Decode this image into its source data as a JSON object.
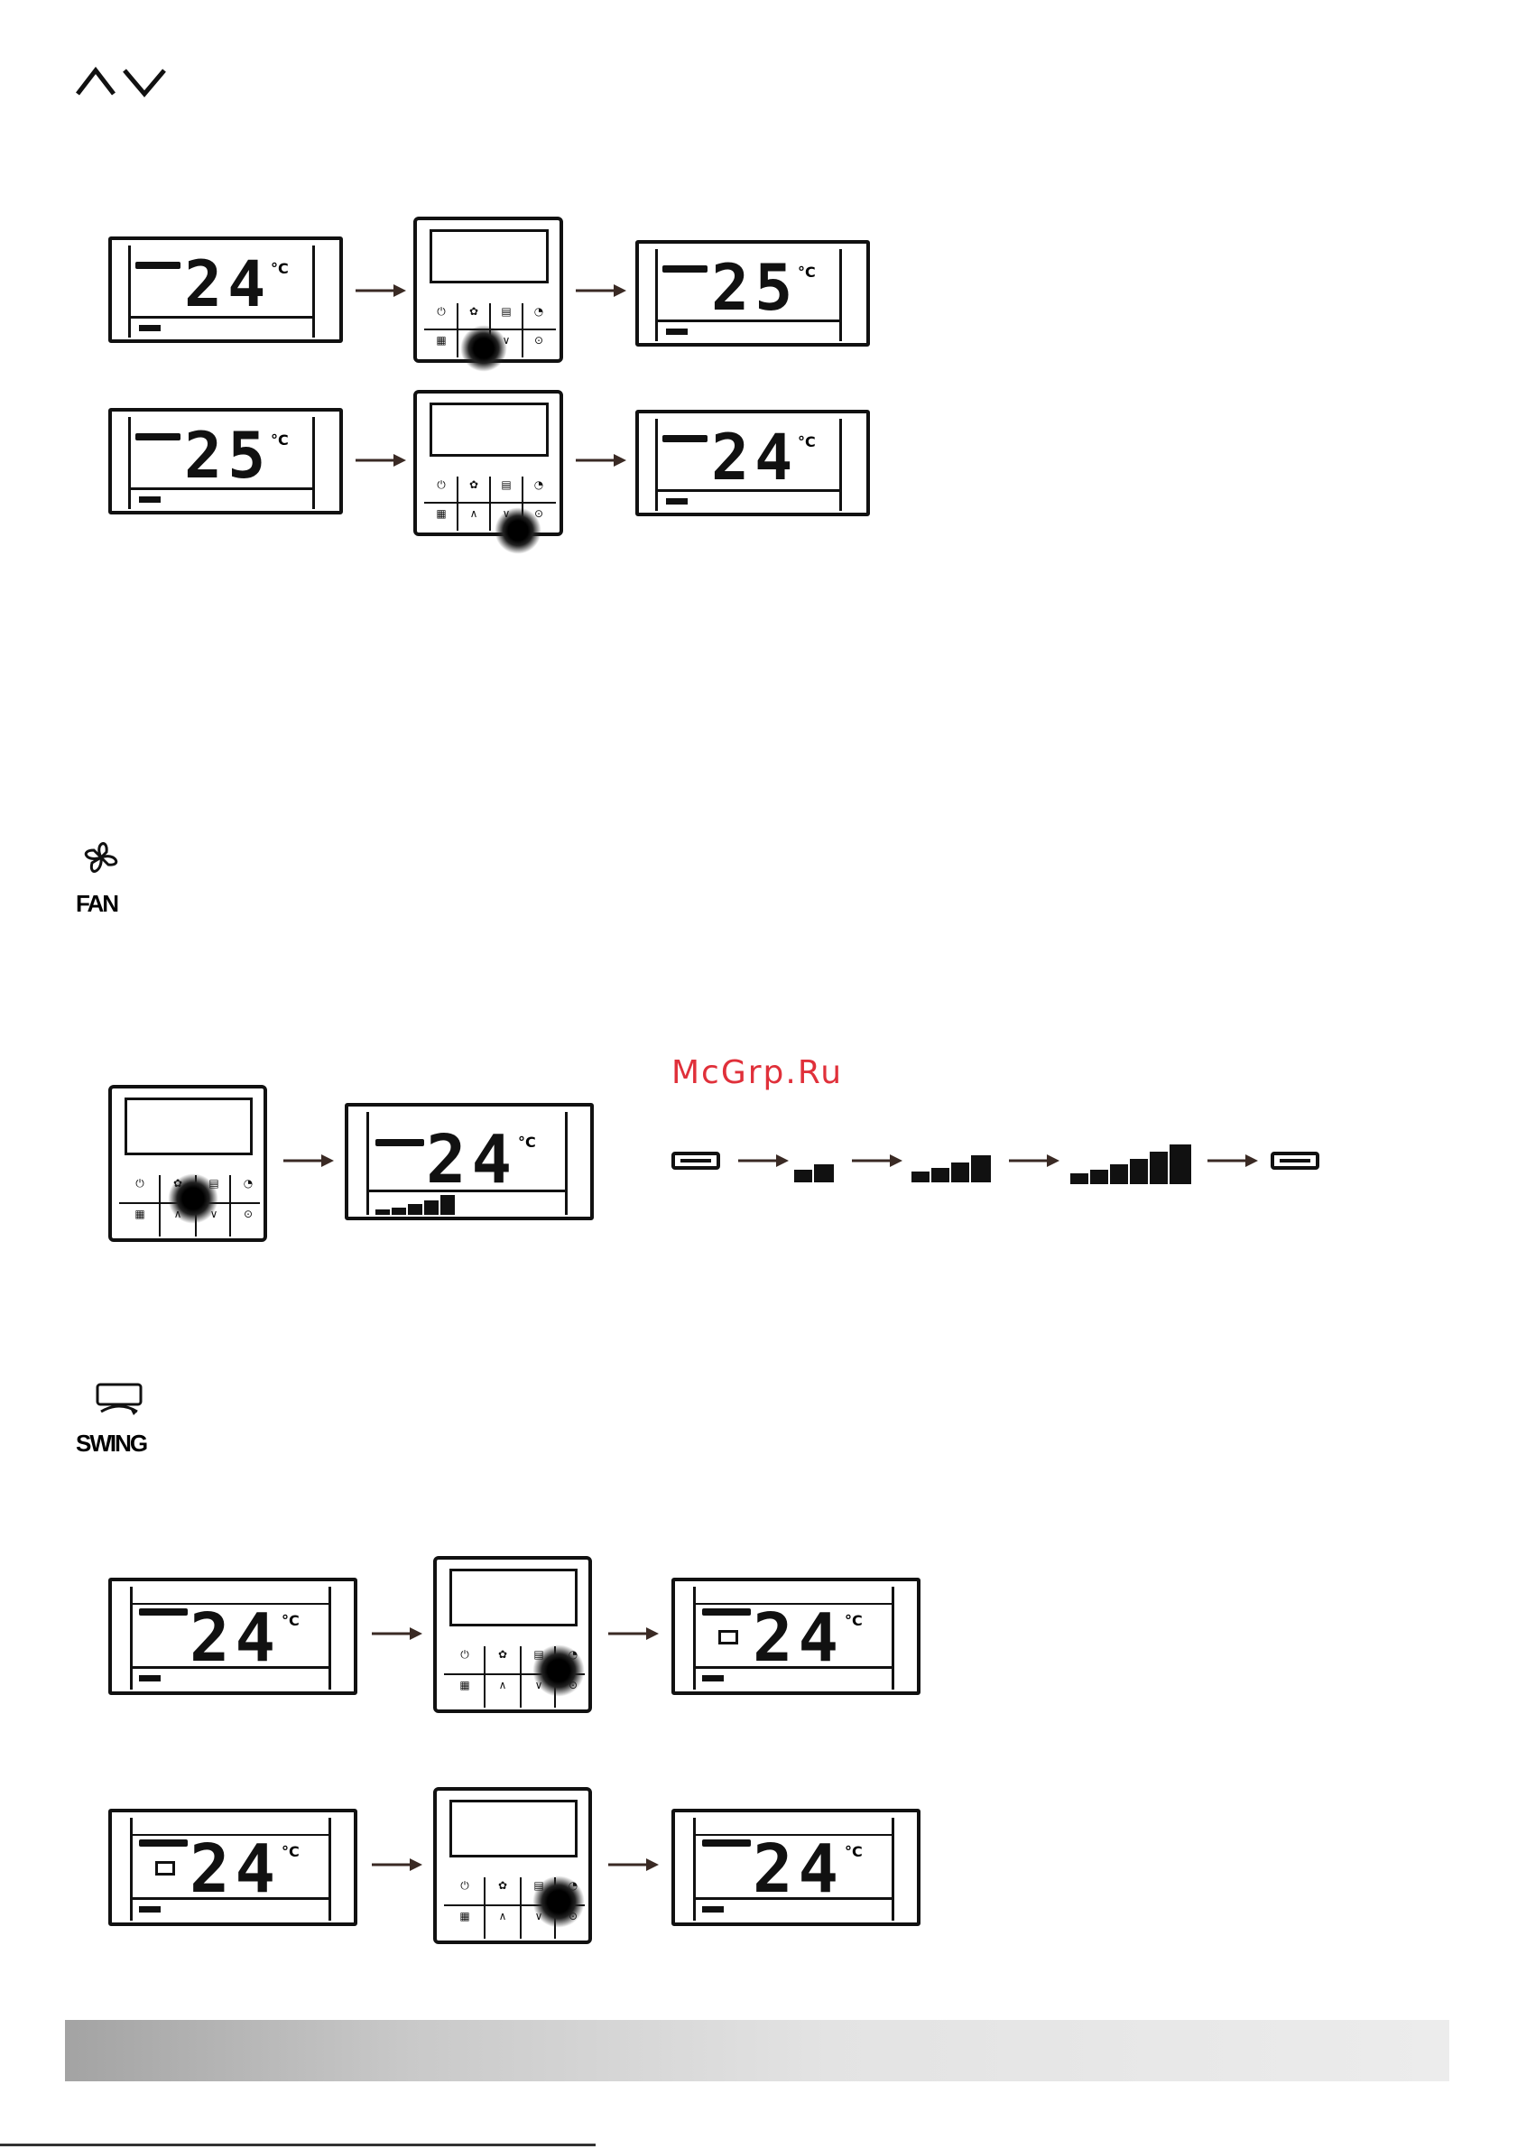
{
  "sections": {
    "temp": {
      "icon": "up-down-chevron-icon"
    },
    "fan": {
      "icon": "fan-icon",
      "label": "FAN"
    },
    "swing": {
      "icon": "swing-icon",
      "label": "SWING"
    }
  },
  "watermark": "McGrp.Ru",
  "temp_rows": [
    {
      "before": "24",
      "after": "25",
      "unit": "°C",
      "pressed": "up"
    },
    {
      "before": "25",
      "after": "24",
      "unit": "°C",
      "pressed": "down"
    }
  ],
  "fan_row": {
    "display": "24",
    "unit": "°C"
  },
  "fan_levels": [
    "auto",
    "low",
    "medium",
    "high",
    "auto"
  ],
  "swing_rows": [
    {
      "before": "24",
      "after": "24",
      "unit": "°C",
      "swing_indicator_before": false,
      "swing_indicator_after": true
    },
    {
      "before": "24",
      "after": "24",
      "unit": "°C",
      "swing_indicator_before": true,
      "swing_indicator_after": false
    }
  ],
  "colors": {
    "watermark": "#e0303a",
    "ink": "#111111",
    "band_start": "#a3a3a3",
    "band_end": "#ececec"
  }
}
